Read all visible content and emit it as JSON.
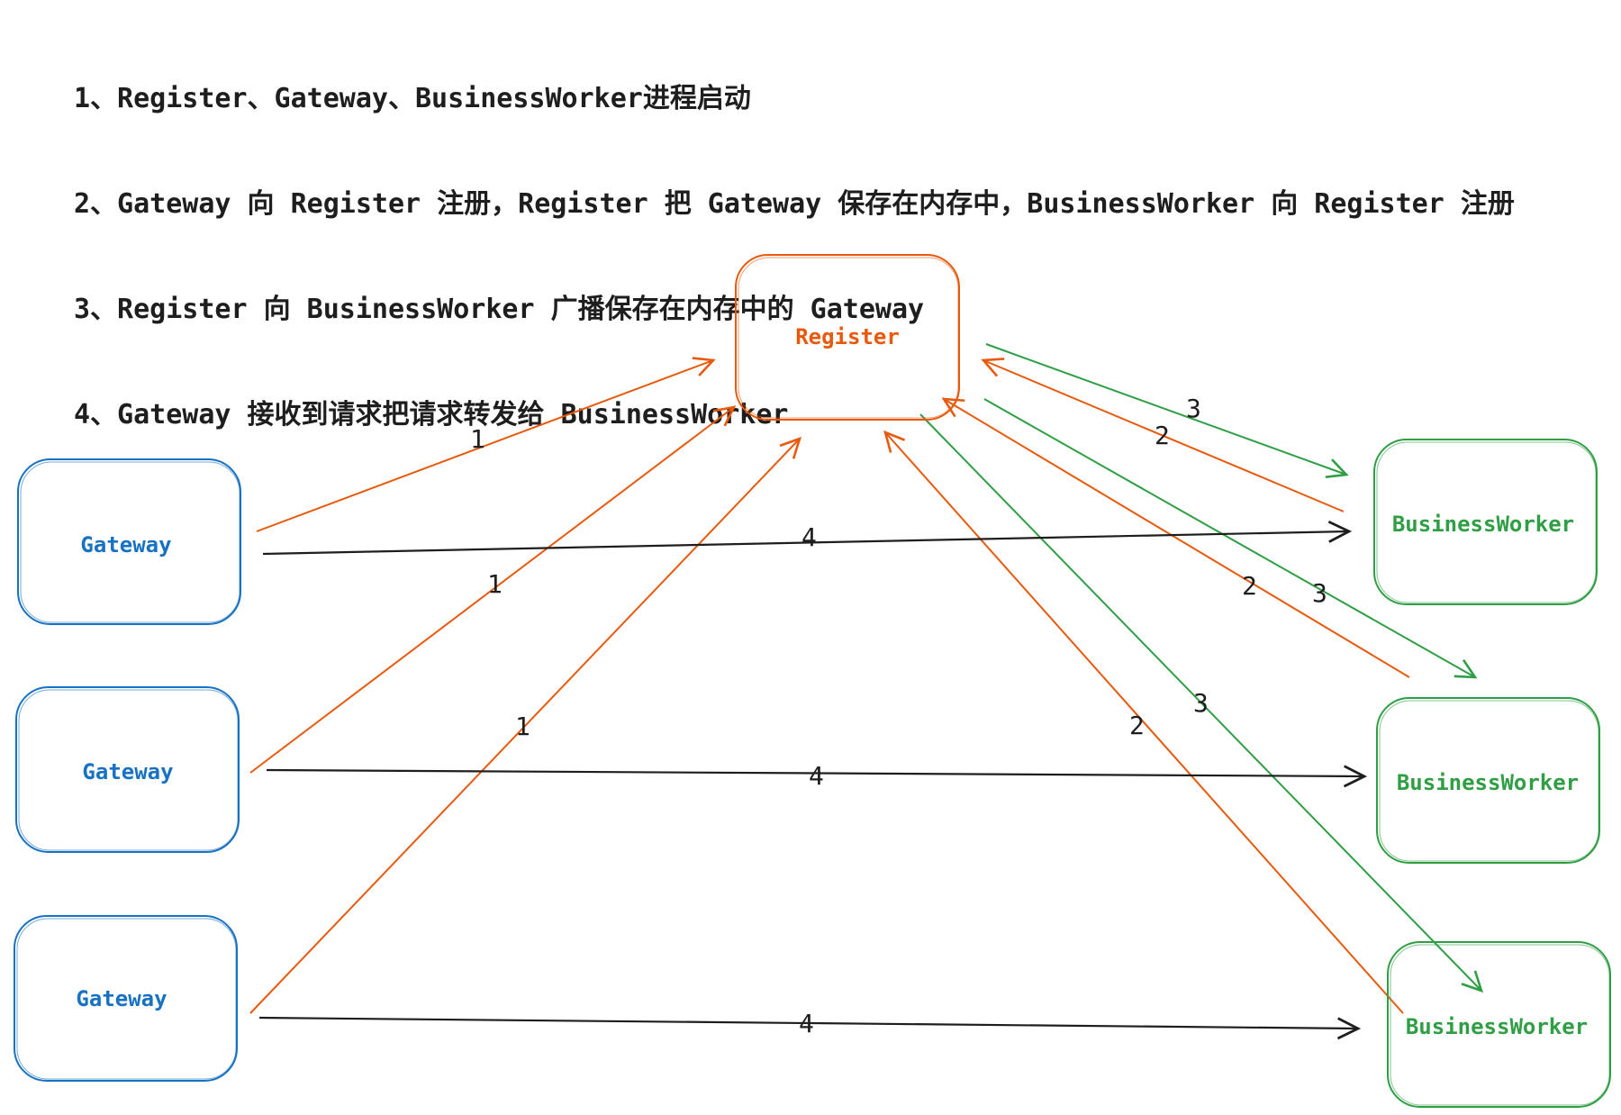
{
  "notes": [
    "1、Register、Gateway、BusinessWorker进程启动",
    "2、Gateway 向 Register 注册，Register 把 Gateway 保存在内存中，BusinessWorker 向 Register 注册",
    "3、Register 向 BusinessWorker 广播保存在内存中的 Gateway",
    "4、Gateway 接收到请求把请求转发给 BusinessWorker"
  ],
  "colors": {
    "register": "#e8590c",
    "gateway": "#1971c2",
    "worker": "#2f9e44",
    "forward": "#1e1e1e"
  },
  "nodes": {
    "register": {
      "label": "Register"
    },
    "gateways": [
      {
        "label": "Gateway"
      },
      {
        "label": "Gateway"
      },
      {
        "label": "Gateway"
      }
    ],
    "workers": [
      {
        "label": "BusinessWorker"
      },
      {
        "label": "BusinessWorker"
      },
      {
        "label": "BusinessWorker"
      }
    ]
  },
  "edge_labels": {
    "gw_register": [
      "1",
      "1",
      "1"
    ],
    "bw_register": [
      "2",
      "2",
      "2"
    ],
    "register_bw": [
      "3",
      "3",
      "3"
    ],
    "gw_bw": [
      "4",
      "4",
      "4"
    ]
  }
}
